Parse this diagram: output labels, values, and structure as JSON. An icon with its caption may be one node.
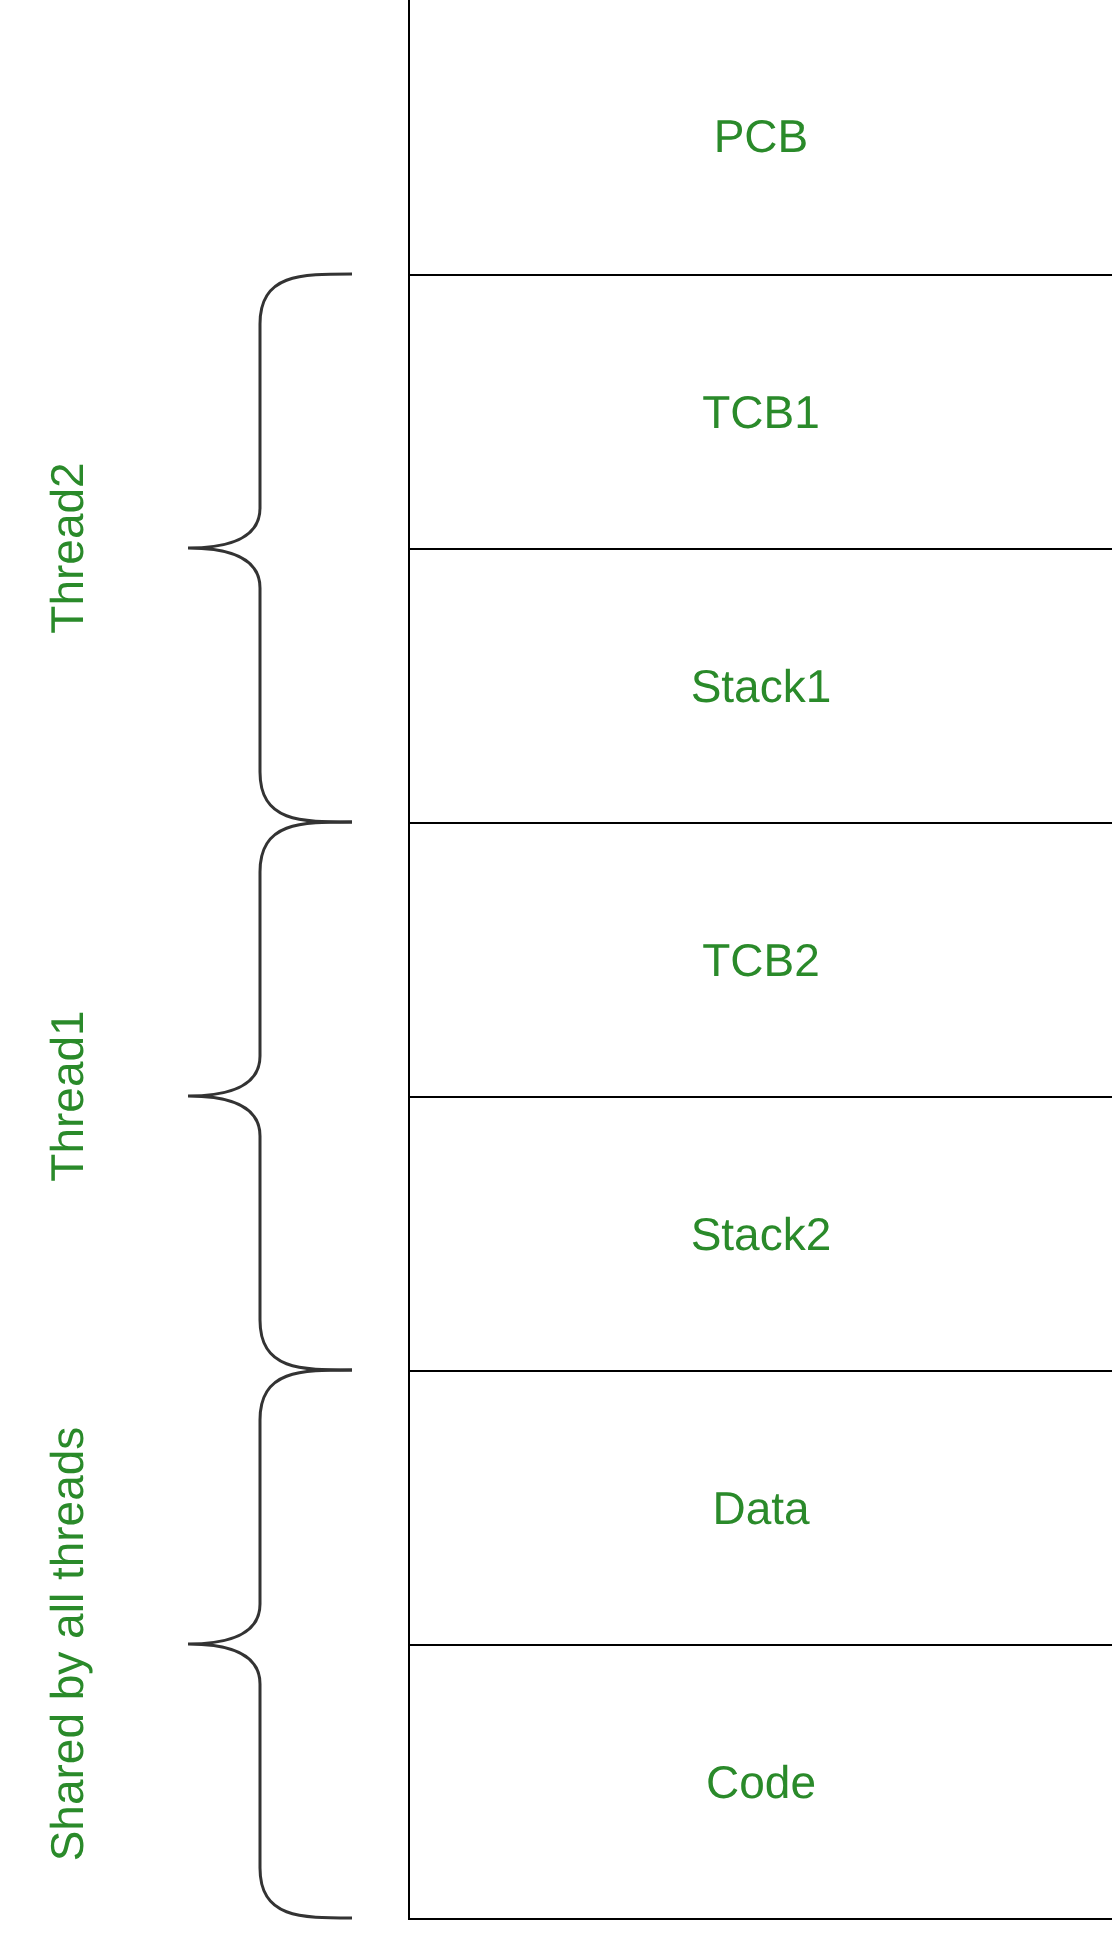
{
  "diagram": {
    "nodes": [
      {
        "text": [
          "PCB"
        ]
      },
      {
        "text": [
          "TCB1"
        ]
      },
      {
        "text": [
          "Stack1"
        ]
      },
      {
        "text": [
          "TCB2"
        ]
      },
      {
        "text": [
          "Stack2"
        ]
      },
      {
        "text": [
          "Data"
        ]
      },
      {
        "text": [
          "Code"
        ]
      }
    ],
    "edges": [],
    "labels": [
      "Thread2",
      "Thread1",
      "Shared by all threads"
    ]
  }
}
